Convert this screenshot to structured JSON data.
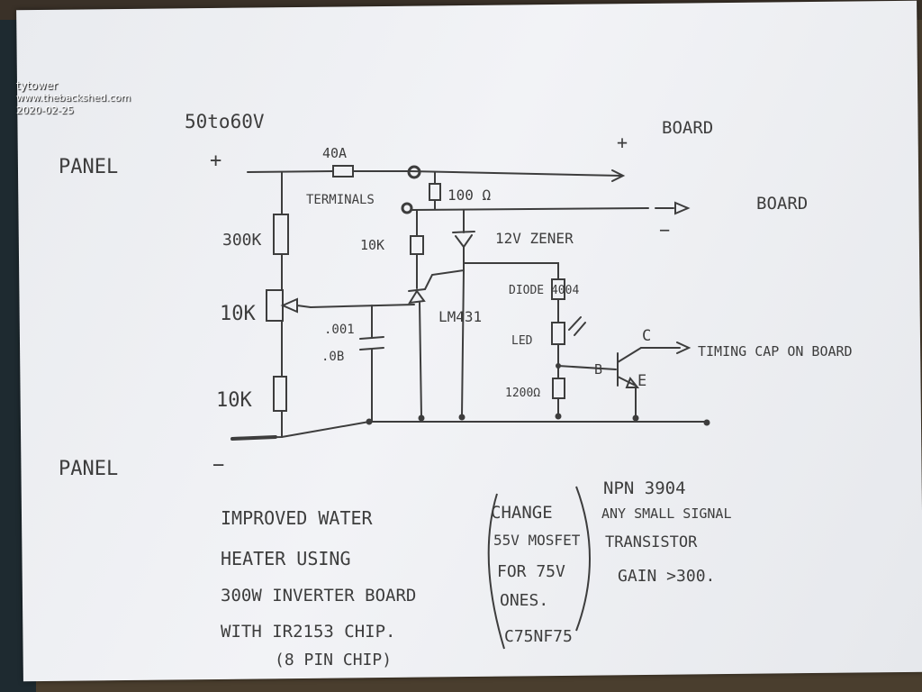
{
  "watermark": {
    "user": "tytower",
    "site": "www.thebackshed.com",
    "date": "2020-02-25"
  },
  "labels": {
    "voltage": "50to60V",
    "panel_plus": "PANEL",
    "plus_sign": "+",
    "fuse": "40A",
    "terminals": "TERMINALS",
    "r100": "100 Ω",
    "board_plus": "BOARD",
    "board_plus_sign": "+",
    "board_minus": "BOARD",
    "board_minus_sign": "−",
    "r300k": "300K",
    "r10k_trim": "10K",
    "r10k_bottom": "10K",
    "r10k_mid": "10K",
    "zener": "12V ZENER",
    "cap1": ".001",
    "cap2": ".0B",
    "lm431": "LM431",
    "diode": "DIODE 4004",
    "led": "LED",
    "r1200": "1200Ω",
    "base": "B",
    "collector": "C",
    "emitter": "E",
    "timing": "TIMING CAP ON BOARD",
    "panel_minus": "PANEL",
    "minus_sign": "−"
  },
  "notes": {
    "left": [
      "IMPROVED WATER",
      "HEATER USING",
      "300W INVERTER BOARD",
      "WITH IR2153 CHIP.",
      "(8 PIN CHIP)"
    ],
    "middle": [
      "CHANGE",
      "55V MOSFET",
      "FOR 75V",
      "ONES.",
      "C75NF75"
    ],
    "right": [
      "NPN 3904",
      "ANY SMALL SIGNAL",
      "TRANSISTOR",
      "GAIN >300."
    ]
  },
  "colors": {
    "ink": "#3d3d3d",
    "paper": "#eef0f3"
  }
}
